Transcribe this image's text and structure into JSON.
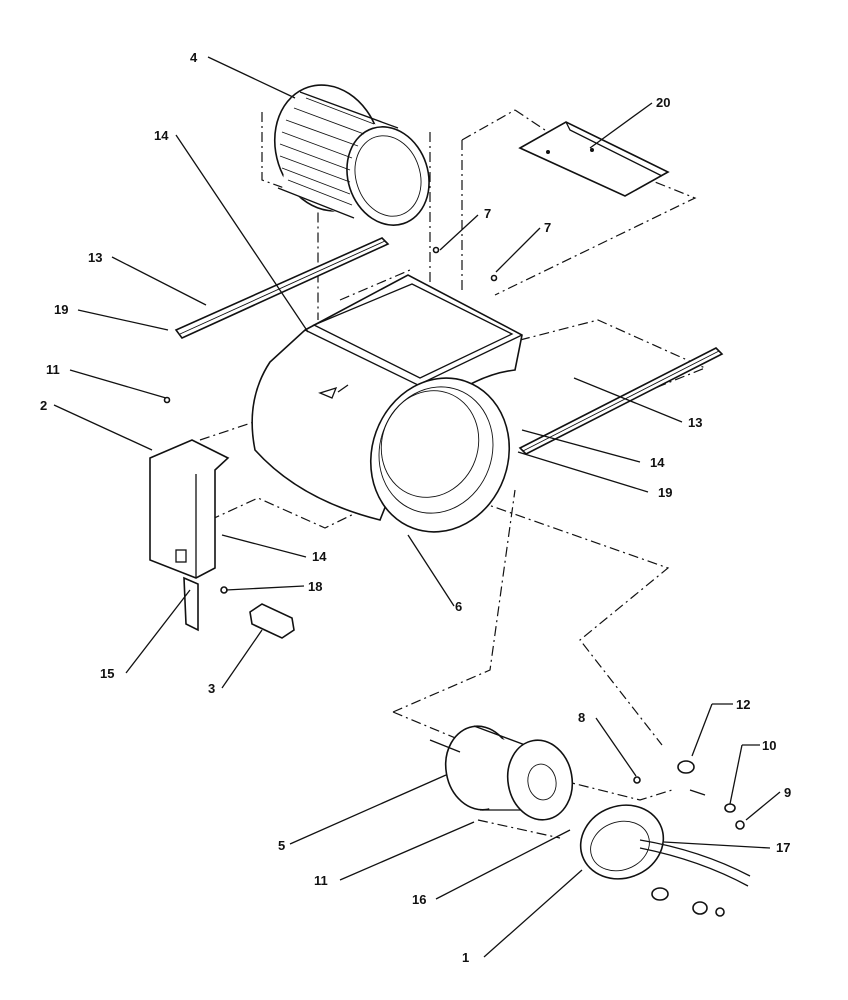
{
  "diagram": {
    "callouts": [
      {
        "id": "c4",
        "text": "4"
      },
      {
        "id": "c20",
        "text": "20"
      },
      {
        "id": "c14a",
        "text": "14"
      },
      {
        "id": "c7a",
        "text": "7"
      },
      {
        "id": "c7b",
        "text": "7"
      },
      {
        "id": "c13a",
        "text": "13"
      },
      {
        "id": "c19a",
        "text": "19"
      },
      {
        "id": "c11a",
        "text": "11"
      },
      {
        "id": "c2",
        "text": "2"
      },
      {
        "id": "c13b",
        "text": "13"
      },
      {
        "id": "c14b",
        "text": "14"
      },
      {
        "id": "c19b",
        "text": "19"
      },
      {
        "id": "c14c",
        "text": "14"
      },
      {
        "id": "c18",
        "text": "18"
      },
      {
        "id": "c6",
        "text": "6"
      },
      {
        "id": "c15",
        "text": "15"
      },
      {
        "id": "c3",
        "text": "3"
      },
      {
        "id": "c12",
        "text": "12"
      },
      {
        "id": "c8",
        "text": "8"
      },
      {
        "id": "c10",
        "text": "10"
      },
      {
        "id": "c9",
        "text": "9"
      },
      {
        "id": "c5",
        "text": "5"
      },
      {
        "id": "c17",
        "text": "17"
      },
      {
        "id": "c11b",
        "text": "11"
      },
      {
        "id": "c16",
        "text": "16"
      },
      {
        "id": "c1",
        "text": "1"
      }
    ]
  }
}
